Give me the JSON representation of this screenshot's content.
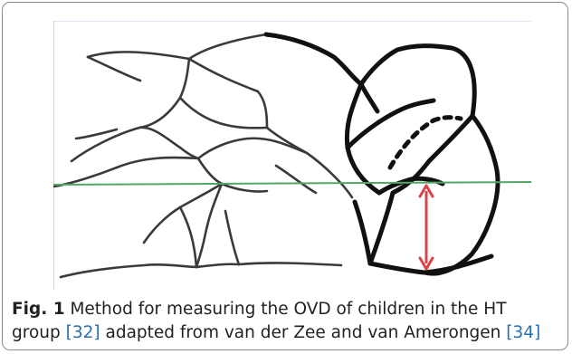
{
  "figure": {
    "label": "Fig. 1",
    "caption_part1": "Method for measuring the OVD of children in the HT group",
    "ref_1": "[32]",
    "caption_part2": "adapted from van der Zee and van Amerongen",
    "ref_2": "[34]"
  },
  "colors": {
    "reference_line": "#4fa865",
    "measurement_arrow": "#d9434a",
    "citation_link": "#2a6fb0"
  }
}
